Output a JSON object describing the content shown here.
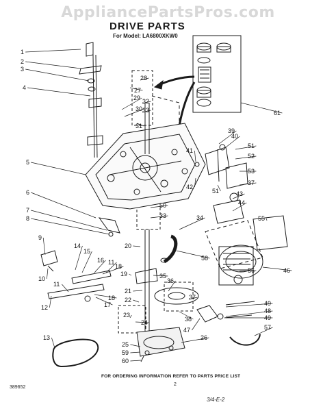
{
  "header": {
    "watermark": "AppliancePartsPros.com",
    "title": "DRIVE PARTS",
    "model": "For Model: LA6800XKW0"
  },
  "footer": {
    "ordering_note": "FOR ORDERING INFORMATION REFER TO PARTS PRICE LIST",
    "page_number": "2",
    "part_number": "389652",
    "date_code": "3/4-E-2"
  },
  "callouts": [
    "1",
    "2",
    "3",
    "4",
    "5",
    "6",
    "7",
    "8",
    "9",
    "10",
    "11",
    "11",
    "12",
    "13",
    "14",
    "15",
    "16",
    "17",
    "18",
    "18",
    "19",
    "20",
    "21",
    "22",
    "23",
    "24",
    "25",
    "26",
    "27",
    "28",
    "29",
    "30",
    "31",
    "32",
    "33",
    "33",
    "34",
    "35",
    "36",
    "37",
    "37",
    "38",
    "39",
    "40",
    "41",
    "42",
    "43",
    "44",
    "46",
    "47",
    "48",
    "49",
    "49",
    "50",
    "51",
    "51",
    "52",
    "53",
    "55",
    "56",
    "57",
    "58",
    "59",
    "60",
    "61"
  ]
}
